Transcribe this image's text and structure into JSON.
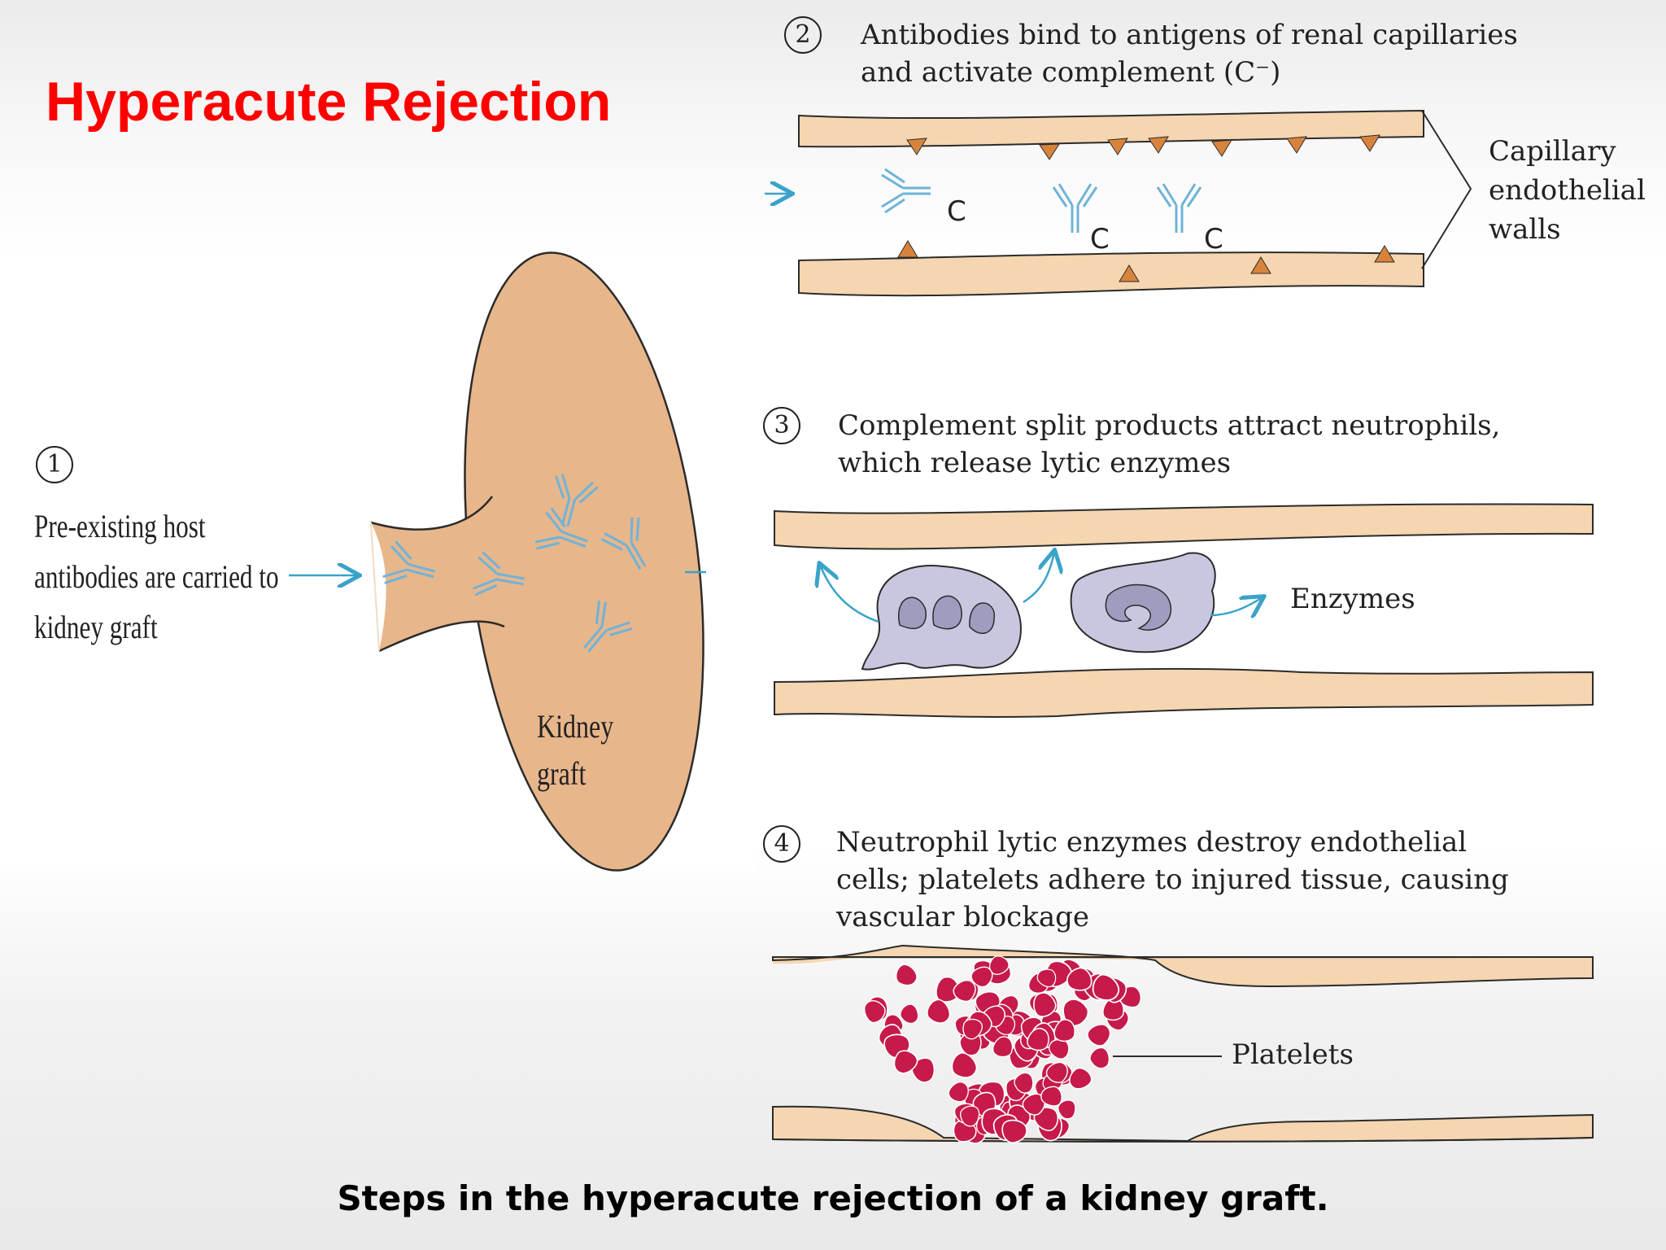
{
  "title": "Hyperacute Rejection",
  "caption": "Steps in the hyperacute rejection of a kidney graft.",
  "steps": [
    {
      "number": "1",
      "lines": [
        "Pre-existing host",
        "antibodies are carried to",
        "kidney graft"
      ]
    },
    {
      "number": "2",
      "lines": [
        "Antibodies bind to antigens of renal capillaries",
        "and activate complement (C⁻)"
      ]
    },
    {
      "number": "3",
      "lines": [
        "Complement split products attract neutrophils,",
        "which release lytic enzymes"
      ]
    },
    {
      "number": "4",
      "lines": [
        "Neutrophil lytic enzymes destroy endothelial",
        "cells; platelets adhere to injured tissue, causing",
        "vascular blockage"
      ]
    }
  ],
  "labels": {
    "kidney": [
      "Kidney",
      "graft"
    ],
    "capillary": [
      "Capillary",
      "endothelial",
      "walls"
    ],
    "enzymes": "Enzymes",
    "platelets": "Platelets",
    "complement": "C"
  },
  "colors": {
    "title": "#ff0000",
    "tissue": "#f5d6b0",
    "kidney": "#e8b68b",
    "outline": "#2b2b2b",
    "antibody": "#6fb3d8",
    "antigen": "#d8833c",
    "neutrophil": "#c9c7e0",
    "nucleus": "#9f9cbf",
    "platelet": "#c51a4a",
    "arrow": "#3aa3c9"
  }
}
